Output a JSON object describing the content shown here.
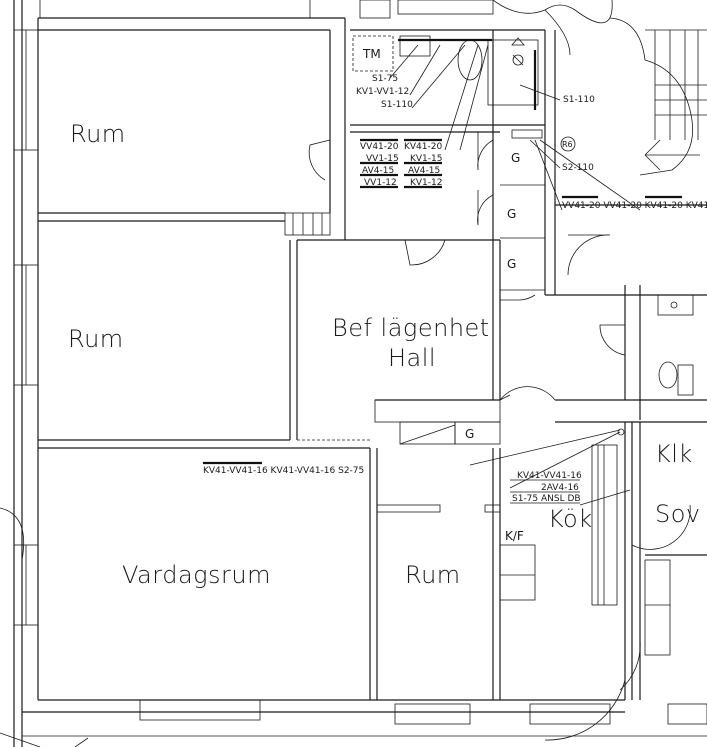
{
  "rooms": {
    "rum_top_left": "Rum",
    "rum_mid_left": "Rum",
    "vardagsrum": "Vardagsrum",
    "rum_bottom_mid": "Rum",
    "hall_line1": "Bef lägenhet",
    "hall_line2": "Hall",
    "kok": "Kök",
    "klk": "Klk",
    "sov": "Sov"
  },
  "markers": {
    "tm": "TM",
    "r6": "R6",
    "g": "G",
    "kf": "K/F"
  },
  "labels": {
    "s1_75": "S1-75",
    "kv1_vv1_12": "KV1-VV1-12",
    "s1_110_left": "S1-110",
    "s1_110_right": "S1-110",
    "s2_110": "S2-110",
    "pipe_table_left": [
      "VV41-20",
      "VV1-15",
      "AV4-15",
      "VV1-12"
    ],
    "pipe_table_right": [
      "KV41-20",
      "KV1-15",
      "AV4-15",
      "KV1-12"
    ],
    "pipe_row_right": "VV41-20  VV41-20  KV41-20  KV41",
    "hall_pipe": "KV41-VV41-16  KV41-VV41-16  S2-75",
    "kitchen_1": "KV41-VV41-16",
    "kitchen_2": "2AV4-16",
    "kitchen_3": "S1-75 ANSL DB"
  }
}
